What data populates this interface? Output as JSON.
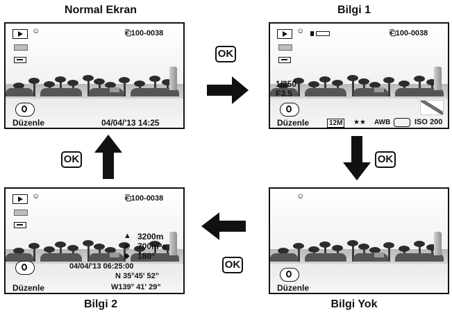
{
  "panels": {
    "normal": {
      "title": "Normal Ekran",
      "file_no": "⎗100-0038",
      "edit_label": "Düzenle",
      "date_time": "04/04/'13  14:25"
    },
    "bilgi1": {
      "title": "Bilgi 1",
      "file_no": "⎗100-0038",
      "shutter": "1/250",
      "aperture": "F3.5",
      "edit_label": "Düzenle",
      "size_badge": "12M",
      "quality": "★★",
      "wb": "AWB",
      "iso": "ISO 200"
    },
    "bilgi2": {
      "title": "Bilgi 2",
      "file_no": "⎗100-0038",
      "altitude": "3200m",
      "pressure": "700hPa",
      "direction": "180°",
      "gps_time": "04/04/'13   06:25:00",
      "latitude": "N 35°45' 52\"",
      "longitude": "W139° 41' 29\"",
      "edit_label": "Düzenle"
    },
    "bilgiyok": {
      "title": "Bilgi Yok",
      "edit_label": "Düzenle"
    }
  },
  "buttons": {
    "ok_label": "OK"
  },
  "icons": {
    "play": "play-icon",
    "face": "face-detect-icon",
    "battery": "battery-icon",
    "protect": "protect-key-icon",
    "dial": "four-way-dial-icon",
    "arrow": "arrow-icon"
  }
}
